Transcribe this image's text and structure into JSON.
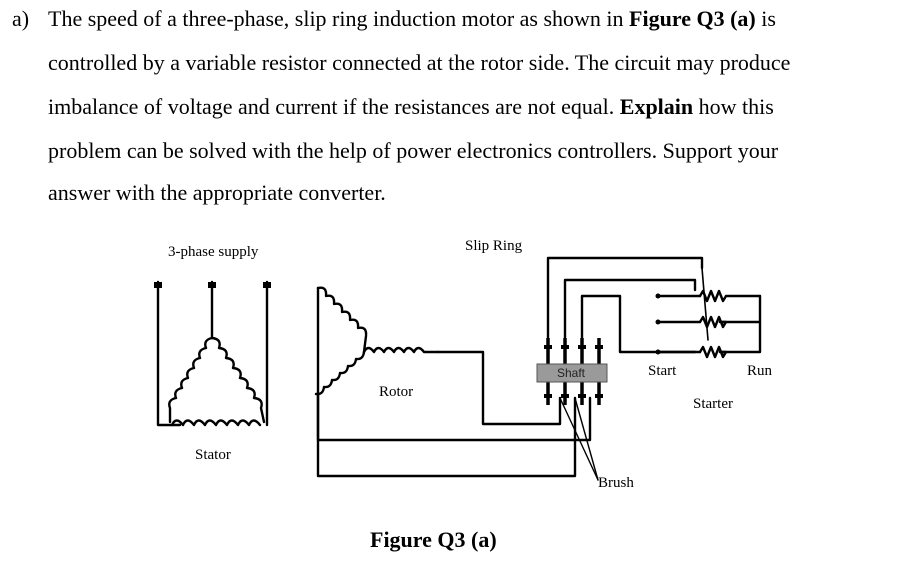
{
  "question": {
    "label": "a)",
    "lines": [
      {
        "segments": [
          {
            "text": "The speed of a three-phase, slip ring induction motor as shown in ",
            "bold": false
          },
          {
            "text": "Figure Q3 (a)",
            "bold": true
          },
          {
            "text": " is",
            "bold": false
          }
        ]
      },
      {
        "segments": [
          {
            "text": "controlled by a variable resistor connected at the rotor side. The circuit may produce",
            "bold": false
          }
        ]
      },
      {
        "segments": [
          {
            "text": "imbalance of voltage and current if the resistances are not equal. ",
            "bold": false
          },
          {
            "text": "Explain",
            "bold": true
          },
          {
            "text": " how this",
            "bold": false
          }
        ]
      },
      {
        "segments": [
          {
            "text": "problem can be solved with the help of power electronics controllers. Support your",
            "bold": false
          }
        ]
      },
      {
        "segments": [
          {
            "text": "answer with the appropriate converter.",
            "bold": false
          }
        ]
      }
    ]
  },
  "figure": {
    "labels": {
      "supply": "3-phase supply",
      "slip_ring": "Slip Ring",
      "shaft": "Shaft",
      "start": "Start",
      "run": "Run",
      "rotor": "Rotor",
      "starter": "Starter",
      "stator": "Stator",
      "brush": "Brush"
    },
    "caption": "Figure Q3 (a)"
  }
}
